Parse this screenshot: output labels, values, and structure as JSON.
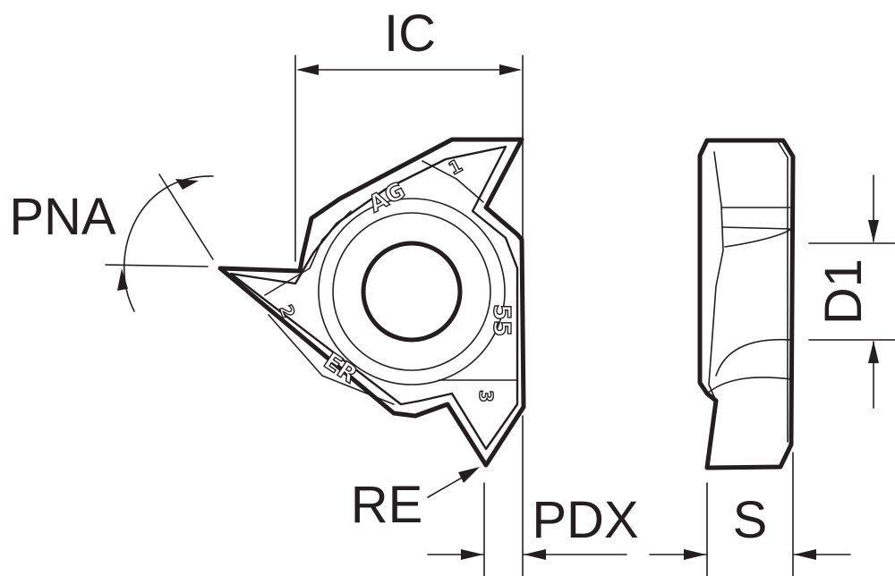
{
  "labels": {
    "ic": "IC",
    "pna": "PNA",
    "re": "RE",
    "pdx": "PDX",
    "s": "S",
    "d1": "D1"
  },
  "engravings": {
    "top": "AG",
    "right": "55",
    "bottom": "ER",
    "corner_top": "1",
    "corner_left": "2",
    "corner_bottom": "3"
  },
  "colors": {
    "ink": "#231f20",
    "background": "#ffffff"
  }
}
